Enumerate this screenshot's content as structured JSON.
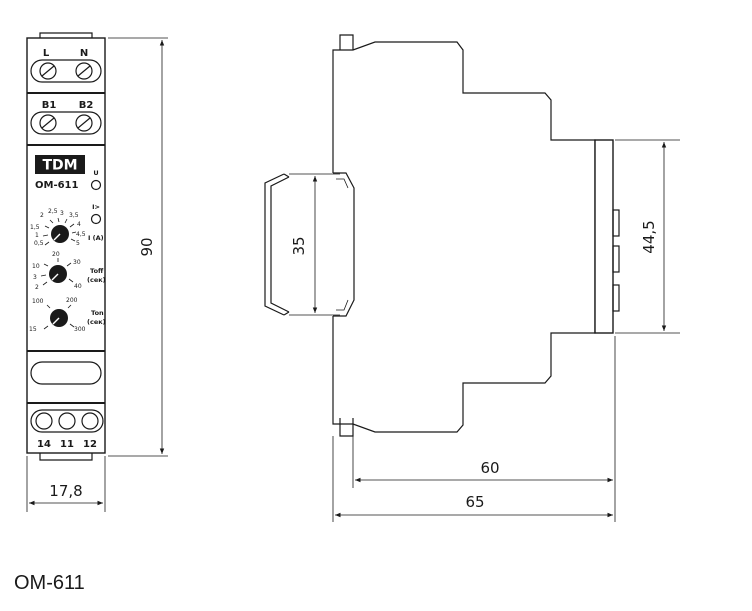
{
  "front_view": {
    "terminal_labels_top": [
      "L",
      "N"
    ],
    "terminal_labels_mid": [
      "B1",
      "B2"
    ],
    "brand": "TDM",
    "model": "OM-611",
    "led_labels": [
      "U",
      "I>"
    ],
    "current_scale": {
      "ticks": [
        "0,5",
        "1",
        "1,5",
        "2",
        "2,5",
        "3",
        "3,5",
        "4",
        "4,5",
        "5"
      ],
      "unit_label": "I (A)"
    },
    "toff_scale": {
      "ticks": [
        "2",
        "3",
        "10",
        "20",
        "30",
        "40"
      ],
      "label_line1": "Toff",
      "label_line2": "(сек)"
    },
    "ton_scale": {
      "ticks": [
        "15",
        "100",
        "200",
        "300"
      ],
      "label_line1": "Ton",
      "label_line2": "(сек)"
    },
    "terminal_labels_bottom": [
      "14",
      "11",
      "12"
    ]
  },
  "dimensions": {
    "height": "90",
    "width": "17,8",
    "rail": "35",
    "front_height": "44,5",
    "depth_front": "60",
    "depth_total": "65"
  },
  "caption": "OM-611"
}
